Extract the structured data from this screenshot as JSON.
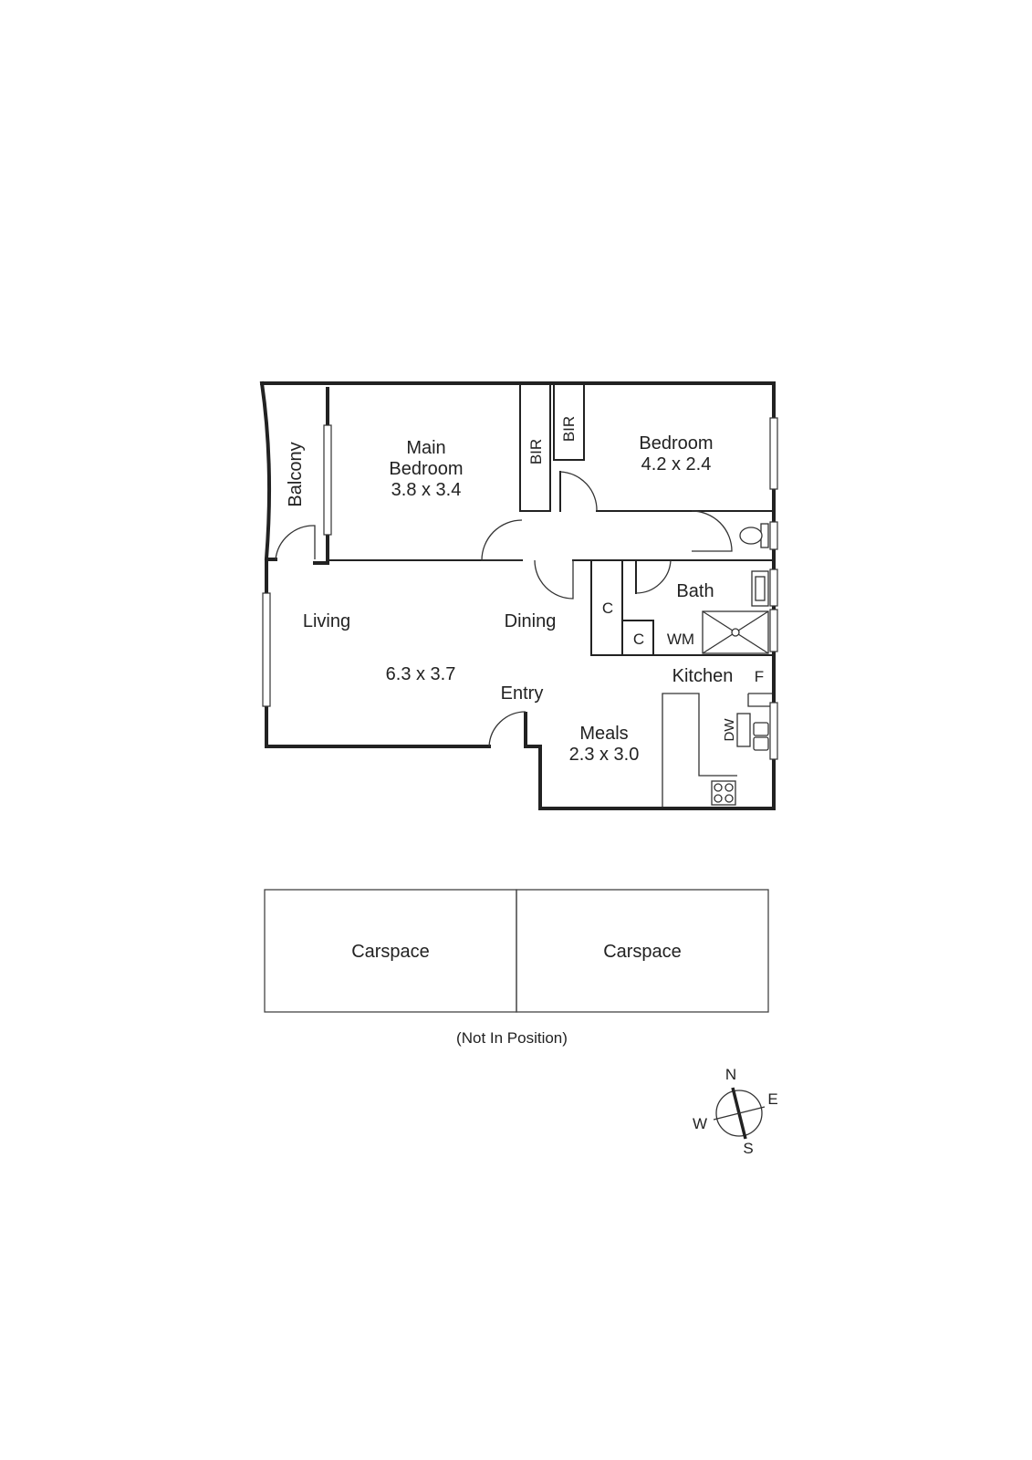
{
  "rooms": {
    "balcony": {
      "name": "Balcony"
    },
    "main_bedroom": {
      "name_line1": "Main",
      "name_line2": "Bedroom",
      "size": "3.8 x 3.4"
    },
    "bir_1": {
      "name": "BIR"
    },
    "bir_2": {
      "name": "BIR"
    },
    "bedroom": {
      "name": "Bedroom",
      "size": "4.2 x 2.4"
    },
    "bath": {
      "name": "Bath"
    },
    "living": {
      "name": "Living"
    },
    "dining": {
      "name": "Dining"
    },
    "living_size": "6.3 x 3.7",
    "entry": {
      "name": "Entry"
    },
    "meals": {
      "name": "Meals",
      "size": "2.3 x 3.0"
    },
    "kitchen": {
      "name": "Kitchen"
    },
    "cupboard_1": {
      "name": "C"
    },
    "cupboard_2": {
      "name": "C"
    },
    "washing_machine": {
      "name": "WM"
    },
    "fridge": {
      "name": "F"
    },
    "dishwasher": {
      "name": "DW"
    }
  },
  "carspaces": [
    {
      "name": "Carspace"
    },
    {
      "name": "Carspace"
    }
  ],
  "carspace_note": "(Not In Position)",
  "compass": {
    "north": "N",
    "east": "E",
    "south": "S",
    "west": "W"
  }
}
